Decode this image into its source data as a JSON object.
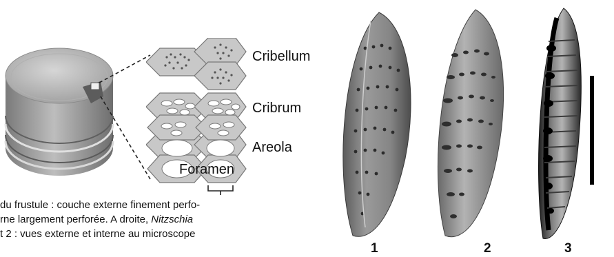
{
  "labels": {
    "cribellum": "Cribellum",
    "cribrum": "Cribrum",
    "areola": "Areola",
    "foramen": "Foramen"
  },
  "caption": {
    "line1": "du frustule : couche externe finement perfo-",
    "line2_a": "rne largement perforée.  A droite, ",
    "line2_b": "Nitzschia",
    "line3": "t 2  : vues externe et interne au microscope"
  },
  "figure_numbers": [
    "1",
    "2",
    "3"
  ],
  "colors": {
    "hexagon_fill": "#c8c8c8",
    "hexagon_stroke": "#777777",
    "frustule_body": "#8f8f8f",
    "scale_bar": "#000000"
  }
}
